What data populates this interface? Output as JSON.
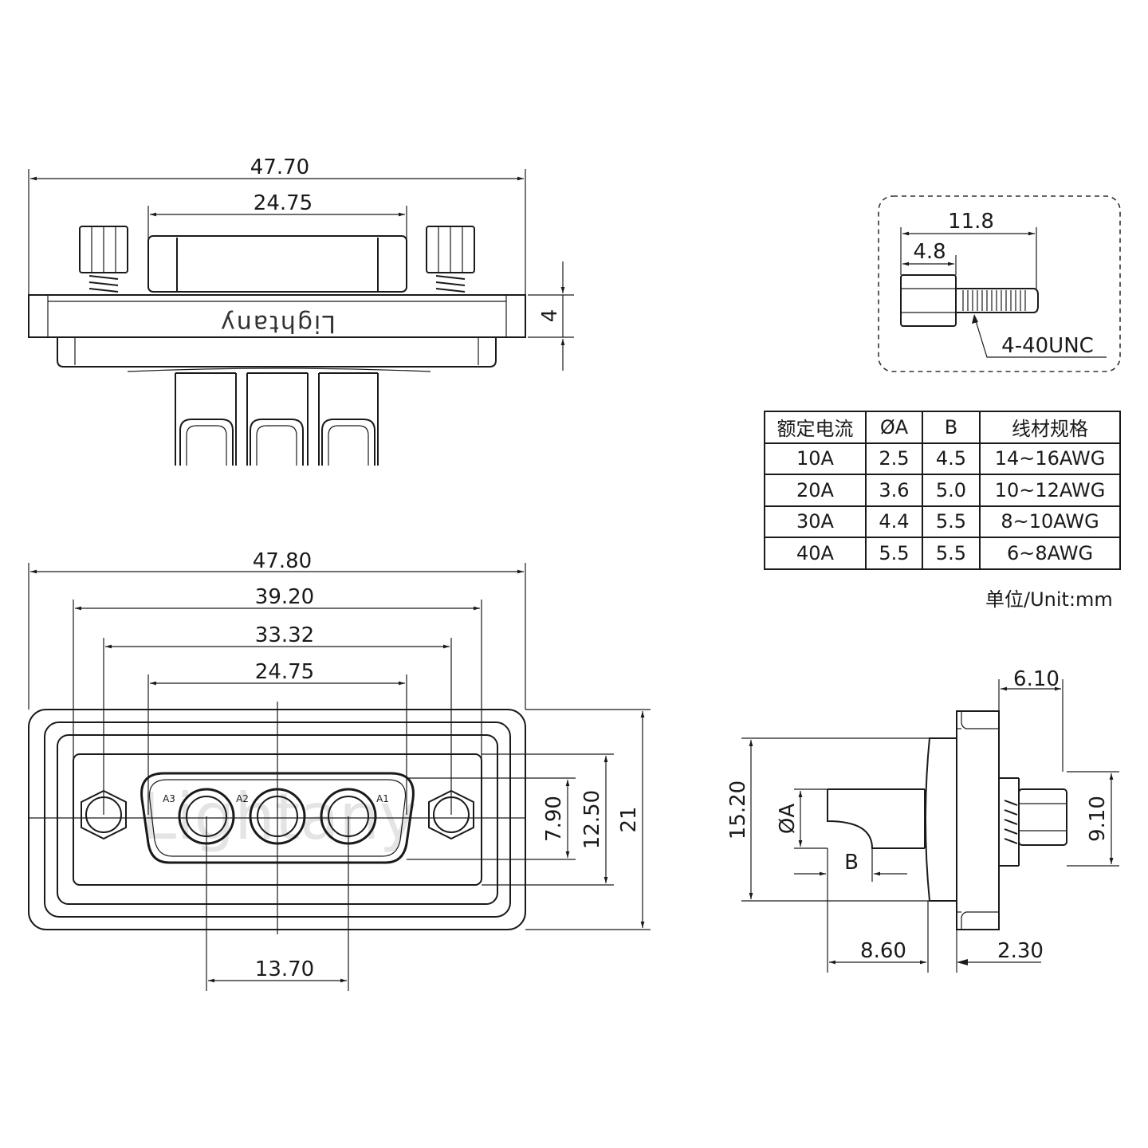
{
  "top_view": {
    "overall_width": "47.70",
    "shell_width": "24.75",
    "flange_thickness": "4",
    "brand_text": "Lightany"
  },
  "front_view": {
    "overall_width": "47.80",
    "width_2": "39.20",
    "screw_pitch": "33.32",
    "shell_width": "24.75",
    "pin_span": "13.70",
    "shell_height": "7.90",
    "inner_height": "12.50",
    "overall_height": "21",
    "pin_labels": [
      "A3",
      "A2",
      "A1"
    ],
    "watermark": "Lightany"
  },
  "screw_detail": {
    "length": "11.8",
    "head": "4.8",
    "thread": "4-40UNC"
  },
  "side_view": {
    "top_dim": "6.10",
    "height_left": "15.20",
    "height_right": "9.10",
    "diameter_label": "ØA",
    "b_label": "B",
    "bottom_left": "8.60",
    "bottom_right": "2.30"
  },
  "spec_table": {
    "headers": [
      "额定电流",
      "ØA",
      "B",
      "线材规格"
    ],
    "rows": [
      [
        "10A",
        "2.5",
        "4.5",
        "14~16AWG"
      ],
      [
        "20A",
        "3.6",
        "5.0",
        "10~12AWG"
      ],
      [
        "30A",
        "4.4",
        "5.5",
        "8~10AWG"
      ],
      [
        "40A",
        "5.5",
        "5.5",
        "6~8AWG"
      ]
    ]
  },
  "unit_note": "单位/Unit:mm"
}
